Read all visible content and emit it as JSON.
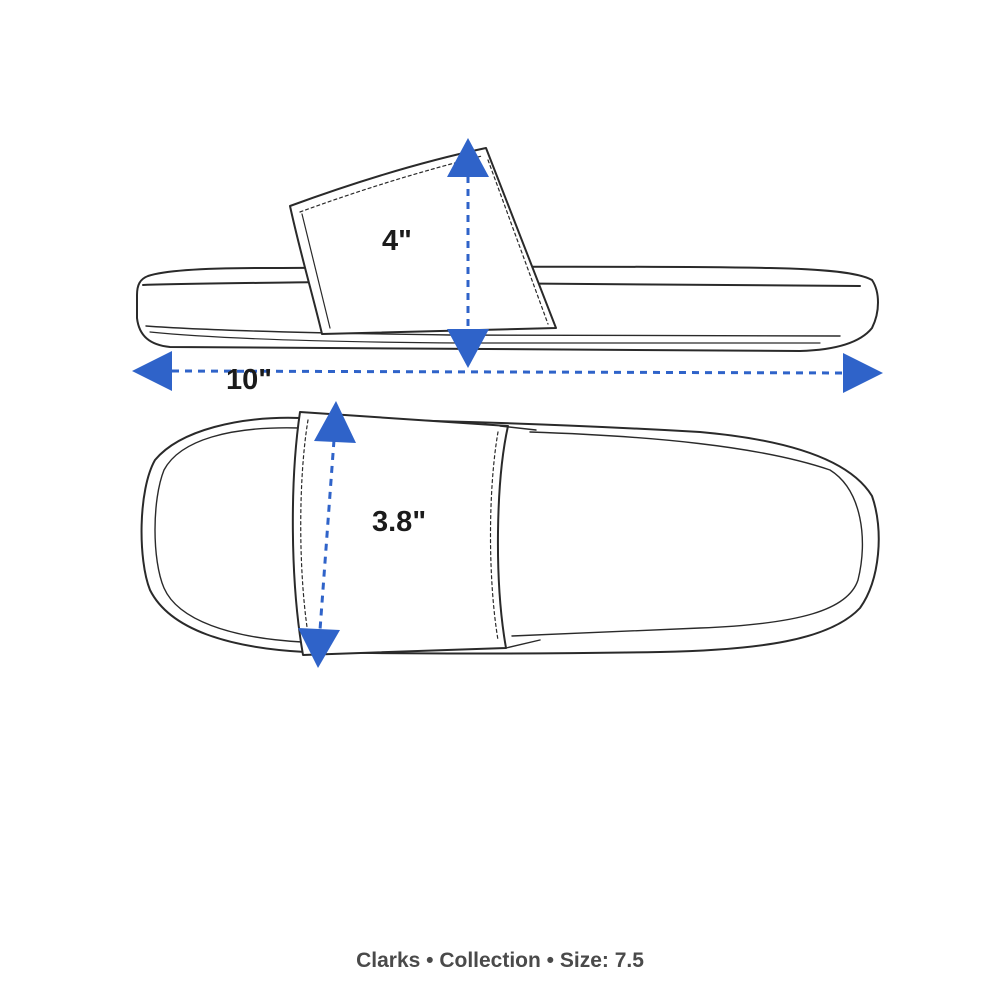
{
  "dimensions": {
    "height": {
      "label": "4\"",
      "value": 4,
      "unit": "in"
    },
    "length": {
      "label": "10\"",
      "value": 10,
      "unit": "in"
    },
    "width": {
      "label": "3.8\"",
      "value": 3.8,
      "unit": "in"
    }
  },
  "caption": "Clarks • Collection • Size: 7.5",
  "colors": {
    "arrow": "#2f63c9",
    "outline": "#2a2a2a",
    "label": "#1b1b1b",
    "caption": "#4a4a4a"
  }
}
